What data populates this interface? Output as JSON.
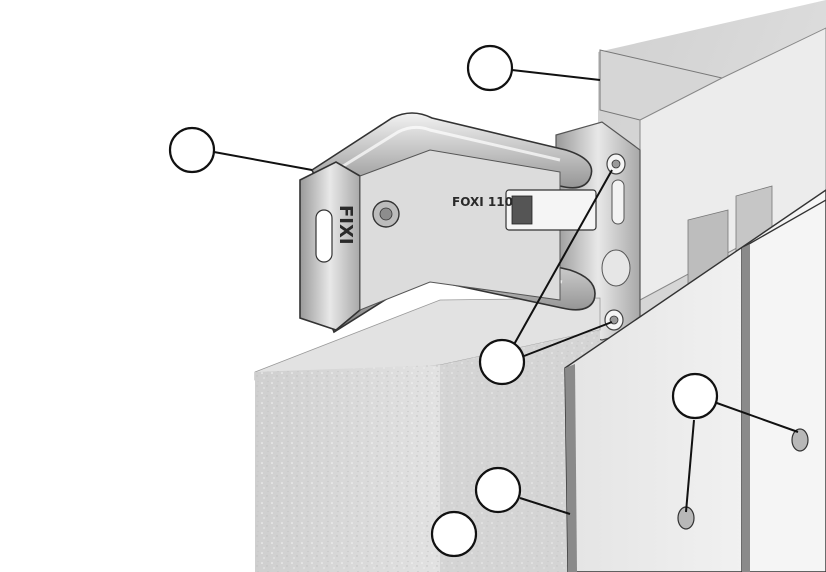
{
  "bracket": {
    "brand_label": "FIXI",
    "model_label": "FOXI 110"
  },
  "colors": {
    "background": "#ffffff",
    "insulation": "#d8d8d8",
    "metal": "#c9c9c9",
    "panel": "#f0f0f0",
    "outline": "#111111"
  },
  "callouts": [
    {
      "id": "callout-1",
      "label": ""
    },
    {
      "id": "callout-2",
      "label": ""
    },
    {
      "id": "callout-3",
      "label": ""
    },
    {
      "id": "callout-4",
      "label": ""
    },
    {
      "id": "callout-5",
      "label": ""
    },
    {
      "id": "callout-6",
      "label": ""
    }
  ]
}
